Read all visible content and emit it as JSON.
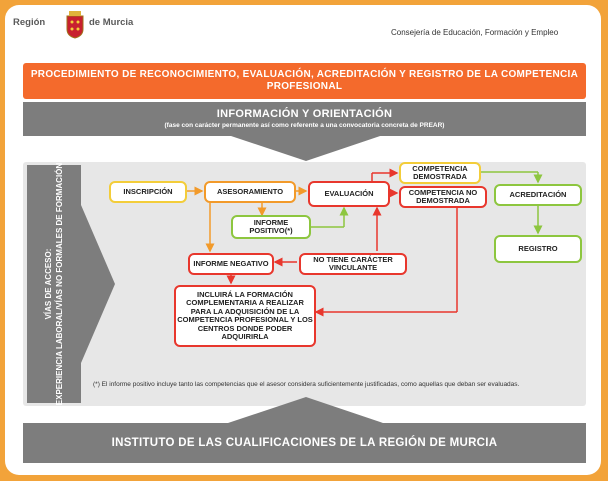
{
  "header": {
    "logo_left": "Región",
    "logo_right": "de Murcia",
    "department": "Consejería de Educación, Formación y Empleo"
  },
  "title": "PROCEDIMIENTO DE RECONOCIMIENTO, EVALUACIÓN, ACREDITACIÓN Y REGISTRO DE LA COMPETENCIA PROFESIONAL",
  "info": {
    "title": "INFORMACIÓN Y ORIENTACIÓN",
    "subtitle": "(fase con carácter permanente así como referente a una convocatoria concreta de PREAR)"
  },
  "vias": {
    "line1": "VÍAS DE ACCESO:",
    "line2": "EXPERIENCIA LABORAL/VÍAS NO FORMALES DE FORMACIÓN"
  },
  "nodes": {
    "inscripcion": "INSCRIPCIÓN",
    "asesoramiento": "ASESORAMIENTO",
    "evaluacion": "EVALUACIÓN",
    "competencia_demostrada": "COMPETENCIA DEMOSTRADA",
    "competencia_no_demostrada": "COMPETENCIA NO DEMOSTRADA",
    "acreditacion": "ACREDITACIÓN",
    "registro": "REGISTRO",
    "informe_positivo": "INFORME POSITIVO(*)",
    "informe_negativo": "INFORME NEGATIVO",
    "no_vinculante": "NO TIENE CARÁCTER VINCULANTE",
    "formacion": "INCLUIRÁ LA FORMACIÓN COMPLEMENTARIA A REALIZAR PARA LA ADQUISICIÓN DE LA COMPETENCIA PROFESIONAL Y LOS CENTROS DONDE PODER ADQUIRIRLA"
  },
  "footnote": "(*) El informe positivo incluye tanto las competencias que el asesor considera suficientemente justificadas, como aquellas que deban ser evaluadas.",
  "footer": "INSTITUTO DE LAS CUALIFICACIONES DE LA REGIÓN DE MURCIA",
  "colors": {
    "background": "#f2a33a",
    "title_band": "#f46a2c",
    "grey_band": "#7d7d7d",
    "yellow": "#f3cd3a",
    "orange": "#f29a2a",
    "green": "#8dc63f",
    "red": "#e8372d"
  }
}
